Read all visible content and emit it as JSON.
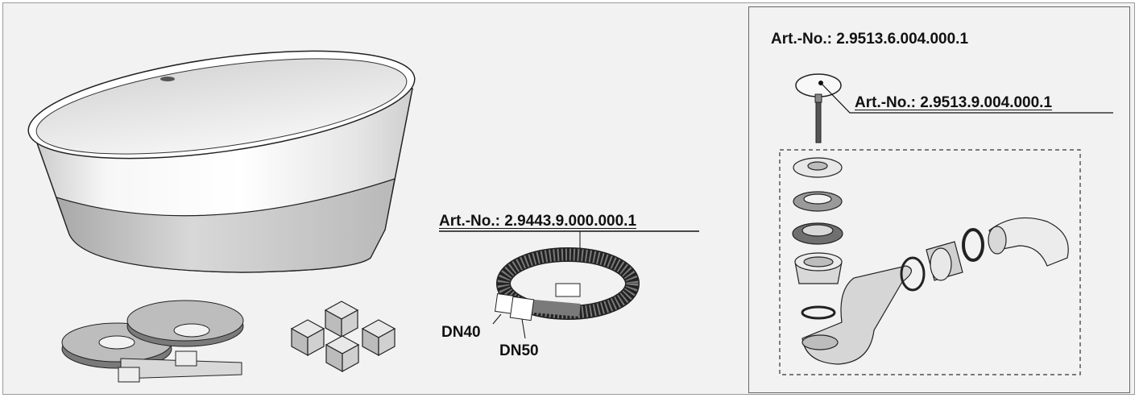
{
  "labels": {
    "hose_art_no": "Art.-No.: 2.9443.9.000.000.1",
    "dn40": "DN40",
    "dn50": "DN50",
    "waste_set_art_no": "Art.-No.: 2.9513.6.004.000.1",
    "plug_art_no": "Art.-No.: 2.9513.9.004.000.1"
  },
  "colors": {
    "background": "#f2f2f2",
    "outline": "#222222",
    "hose_dark": "#6b6b6b",
    "part_grey": "#9a9a9a"
  }
}
